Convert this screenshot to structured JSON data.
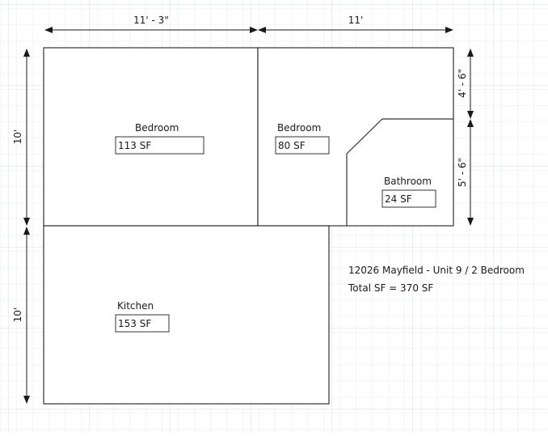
{
  "plan": {
    "rooms": [
      {
        "id": "bedroom-1",
        "name": "Bedroom",
        "area": "113 SF"
      },
      {
        "id": "bedroom-2",
        "name": "Bedroom",
        "area": "80 SF"
      },
      {
        "id": "bathroom",
        "name": "Bathroom",
        "area": "24 SF"
      },
      {
        "id": "kitchen",
        "name": "Kitchen",
        "area": "153 SF"
      }
    ],
    "dimensions": {
      "top_left": "11' - 3\"",
      "top_right": "11'",
      "left_upper": "10'",
      "left_lower": "10'",
      "right_upper": "4' - 6\"",
      "right_lower": "5' - 6\""
    },
    "info": {
      "title": "12026 Mayfield - Unit 9 / 2 Bedroom",
      "total": "Total SF = 370 SF"
    }
  },
  "colors": {
    "grid_minor": "#e6eef3",
    "grid_major": "#d3dee6",
    "wall": "#333333",
    "background": "#ffffff"
  }
}
